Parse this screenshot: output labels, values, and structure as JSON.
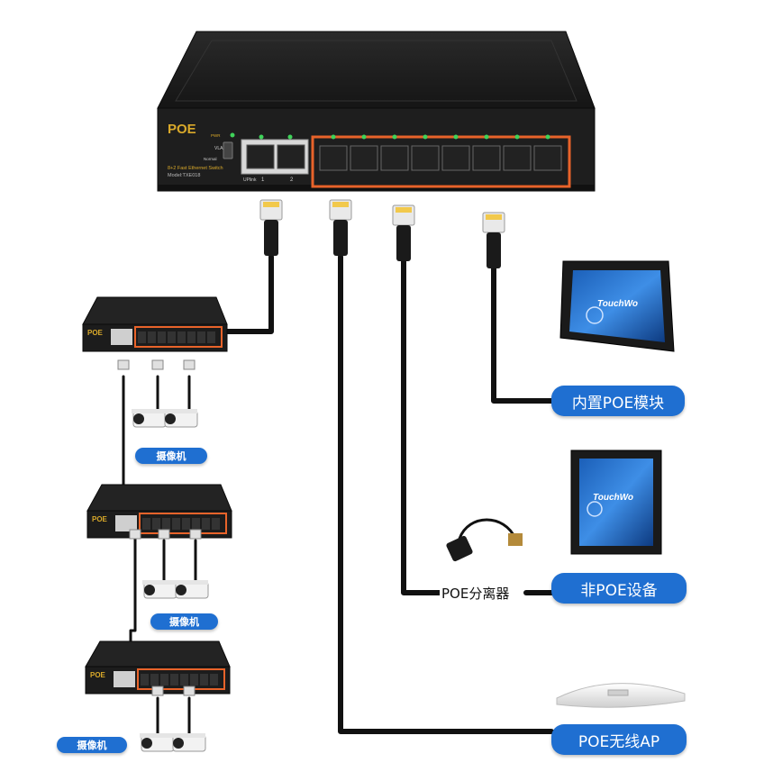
{
  "main_switch": {
    "brand": "POE",
    "model_line": "8+2 Fast Ethernet Switch",
    "model_code": "Model:TXE018",
    "vlan_label": "VLAN",
    "normal_label": "Normal",
    "power_label": "PWR",
    "uplink_label": "UPlink",
    "port_labels": [
      "1",
      "2"
    ]
  },
  "cascade_switches": [
    {
      "brand": "POE"
    },
    {
      "brand": "POE"
    },
    {
      "brand": "POE"
    }
  ],
  "labels": {
    "builtin_poe": "内置POE模块",
    "non_poe": "非POE设备",
    "poe_ap": "POE无线AP",
    "poe_splitter": "POE分离器",
    "camera_1": "摄像机",
    "camera_2": "摄像机",
    "camera_3": "摄像机"
  },
  "devices": {
    "tablet_brand_1": "TouchWo",
    "tablet_brand_2": "TouchWo"
  },
  "colors": {
    "accent_blue": "#1f6fd1",
    "switch_orange": "#e8632a",
    "switch_body": "#1c1c1c",
    "cable": "#111111",
    "led_green": "#3fd35a"
  }
}
